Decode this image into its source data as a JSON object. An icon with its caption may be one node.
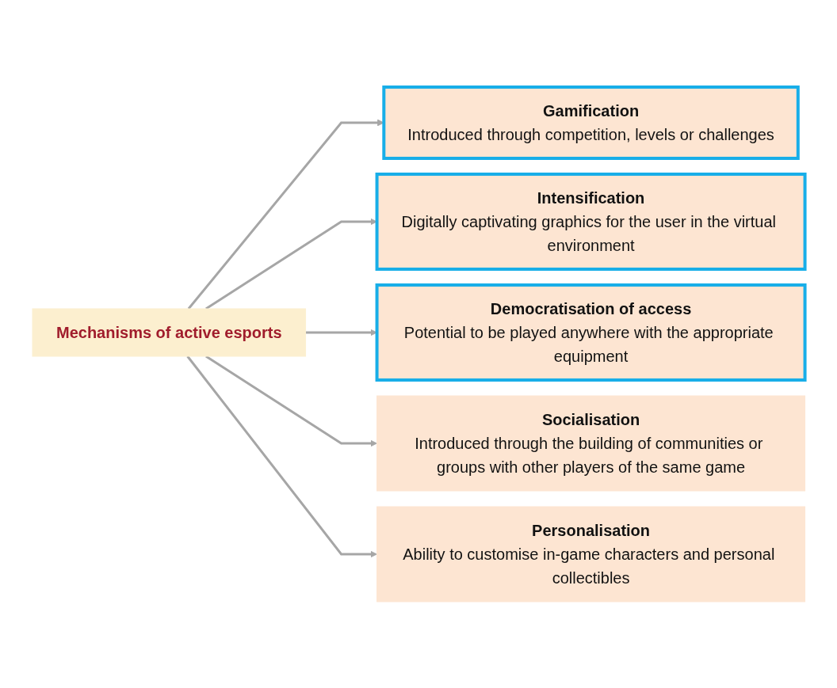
{
  "diagram": {
    "nodes": [
      {
        "text": [
          "Mechanisms of active esports"
        ]
      },
      {
        "text": [
          "Gamification",
          "Introduced through competition, levels or challenges"
        ]
      },
      {
        "text": [
          "Intensification",
          "Digitally captivating graphics for the user in the virtual environment"
        ]
      },
      {
        "text": [
          "Democratisation of access",
          "Potential to be played anywhere with the appropriate equipment"
        ]
      },
      {
        "text": [
          "Socialisation",
          "Introduced through the building of communities or groups with other players of the same game"
        ]
      },
      {
        "text": [
          "Personalisation",
          "Ability to customise in-game characters and personal collectibles"
        ]
      }
    ],
    "edges": [
      {
        "from": 0,
        "to": 1,
        "arrow": "to"
      },
      {
        "from": 0,
        "to": 2,
        "arrow": "to"
      },
      {
        "from": 0,
        "to": 3,
        "arrow": "to"
      },
      {
        "from": 0,
        "to": 4,
        "arrow": "to"
      },
      {
        "from": 0,
        "to": 5,
        "arrow": "to"
      }
    ]
  }
}
